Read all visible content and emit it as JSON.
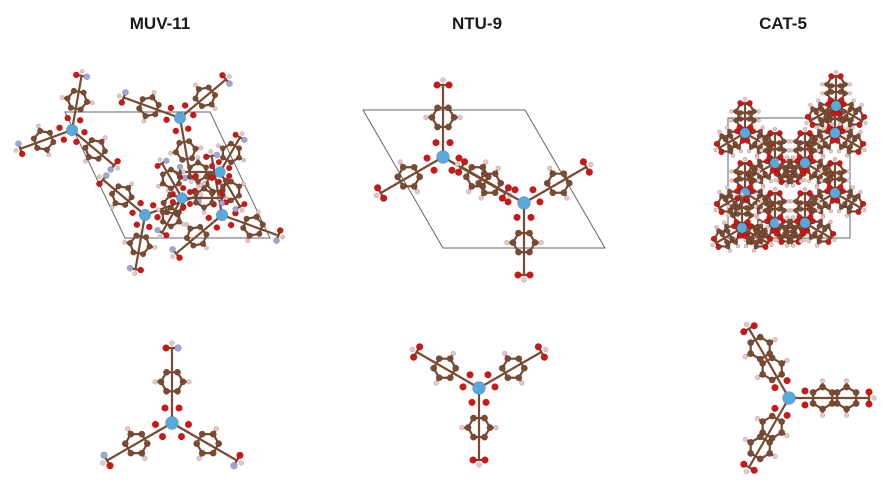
{
  "panels": [
    {
      "title": "MUV-11"
    },
    {
      "title": "NTU-9"
    },
    {
      "title": "CAT-5"
    }
  ],
  "colors": {
    "carbon": "#7a4a32",
    "oxygen": "#d11414",
    "hydrogen": "#e8c6c6",
    "nitrogen": "#9fa6d6",
    "metal": "#5aa9dc",
    "cell": "#666666"
  }
}
